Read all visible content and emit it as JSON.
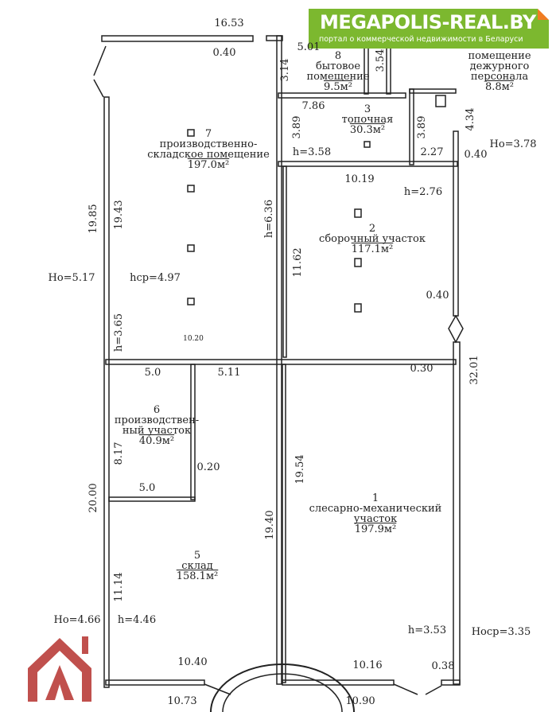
{
  "banner": {
    "title": "MEGAPOLIS-REAL.BY",
    "subtitle": "портал о коммерческой недвижимости в Беларуси",
    "color": "#7cb82f",
    "accent": "#f07c22"
  },
  "logo": {
    "icon": "house-a-logo-icon",
    "color": "#c0504d"
  },
  "rooms": {
    "r8": {
      "num": "8",
      "l1": "бытовое",
      "l2": "помещение",
      "area": "9.5м²"
    },
    "duty": {
      "l1": "помещение",
      "l2": "дежурного",
      "l3": "персонала",
      "area": "8.8м²"
    },
    "r3": {
      "num": "3",
      "l1": "топочная",
      "area": "30.3м²"
    },
    "r7": {
      "num": "7",
      "l1": "производственно-",
      "l2": "складское помещение",
      "area": "197.0м²"
    },
    "r2": {
      "num": "2",
      "l1": "сборочный участок",
      "area": "117.1м²"
    },
    "r6": {
      "num": "6",
      "l1": "производствен-",
      "l2": "ный участок",
      "area": "40.9м²"
    },
    "r1": {
      "num": "1",
      "l1": "слесарно-механический",
      "l2": "участок",
      "area": "197.9м²"
    },
    "r5": {
      "num": "5",
      "l1": "склад",
      "area": "158.1м²"
    }
  },
  "dims": {
    "d1": "16.53",
    "d2": "0.40",
    "d3": "5.01",
    "d4": "3.14",
    "d5": "3.54",
    "d6": "7.86",
    "d7": "3.89",
    "d8": "h=3.58",
    "d9": "3.89",
    "d10": "2.27",
    "d11": "4.34",
    "d12": "0.40",
    "d13": "Ho=3.78",
    "d14": "10.19",
    "d15": "h=2.76",
    "d16": "h=6.36",
    "d17": "11.62",
    "d18": "0.40",
    "d19": "19.85",
    "d20": "19.43",
    "d21": "Ho=5.17",
    "d22": "hcp=4.97",
    "d23": "h=3.65",
    "d24": "10.20",
    "d25": "5.0",
    "d26": "5.11",
    "d27": "32.01",
    "d28": "0.30",
    "d29": "8.17",
    "d30": "0.20",
    "d31": "5.0",
    "d32": "20.00",
    "d33": "19.54",
    "d34": "19.40",
    "d35": "11.14",
    "d36": "Ho=4.66",
    "d37": "h=4.46",
    "d38": "h=3.53",
    "d39": "Hocp=3.35",
    "d40": "10.40",
    "d41": "10.16",
    "d42": "0.38",
    "d43": "10.73",
    "d44": "10.90"
  }
}
